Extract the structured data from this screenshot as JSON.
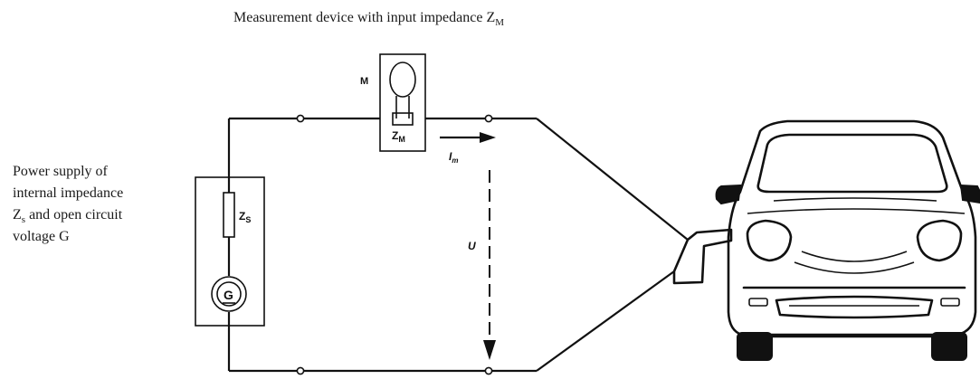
{
  "title": {
    "text": "Measurement device with input impedance Z",
    "sub": "M"
  },
  "power_supply": {
    "line1": "Power supply of",
    "line2": "internal impedance",
    "line3_main": "Z",
    "line3_sub": "s",
    "line3_rest": " and open circuit",
    "line4": "voltage G"
  },
  "labels": {
    "meter": "M",
    "zm_main": "Z",
    "zm_sub": "M",
    "zs_main": "Z",
    "zs_sub": "S",
    "generator": "G",
    "current_main": "I",
    "current_sub": "m",
    "voltage": "U"
  }
}
